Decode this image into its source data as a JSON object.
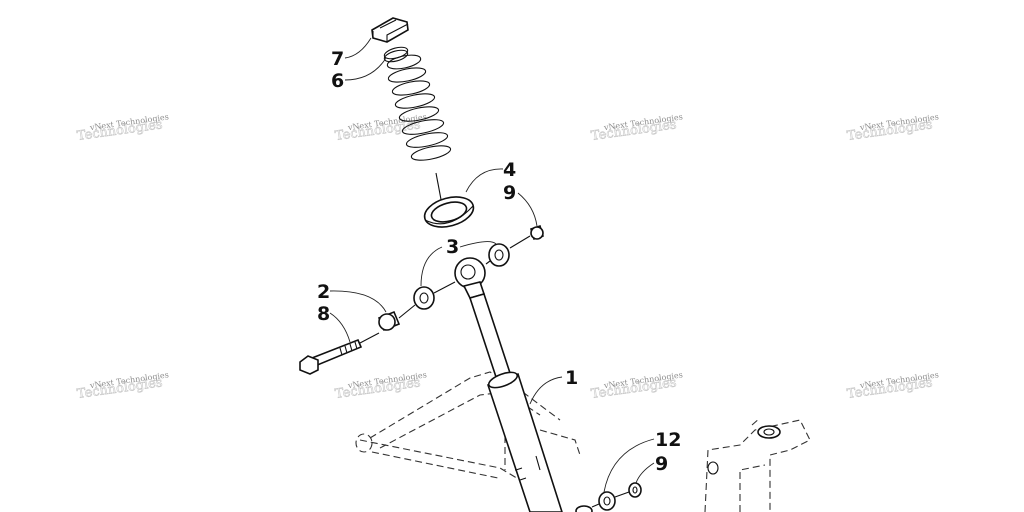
{
  "callouts": {
    "c7": "7",
    "c6": "6",
    "c4": "4",
    "c9a": "9",
    "c3": "3",
    "c2": "2",
    "c8": "8",
    "c1": "1",
    "c12": "12",
    "c9b": "9"
  },
  "watermark": {
    "line1": "vNext Technologies",
    "line2": "Technologies"
  }
}
